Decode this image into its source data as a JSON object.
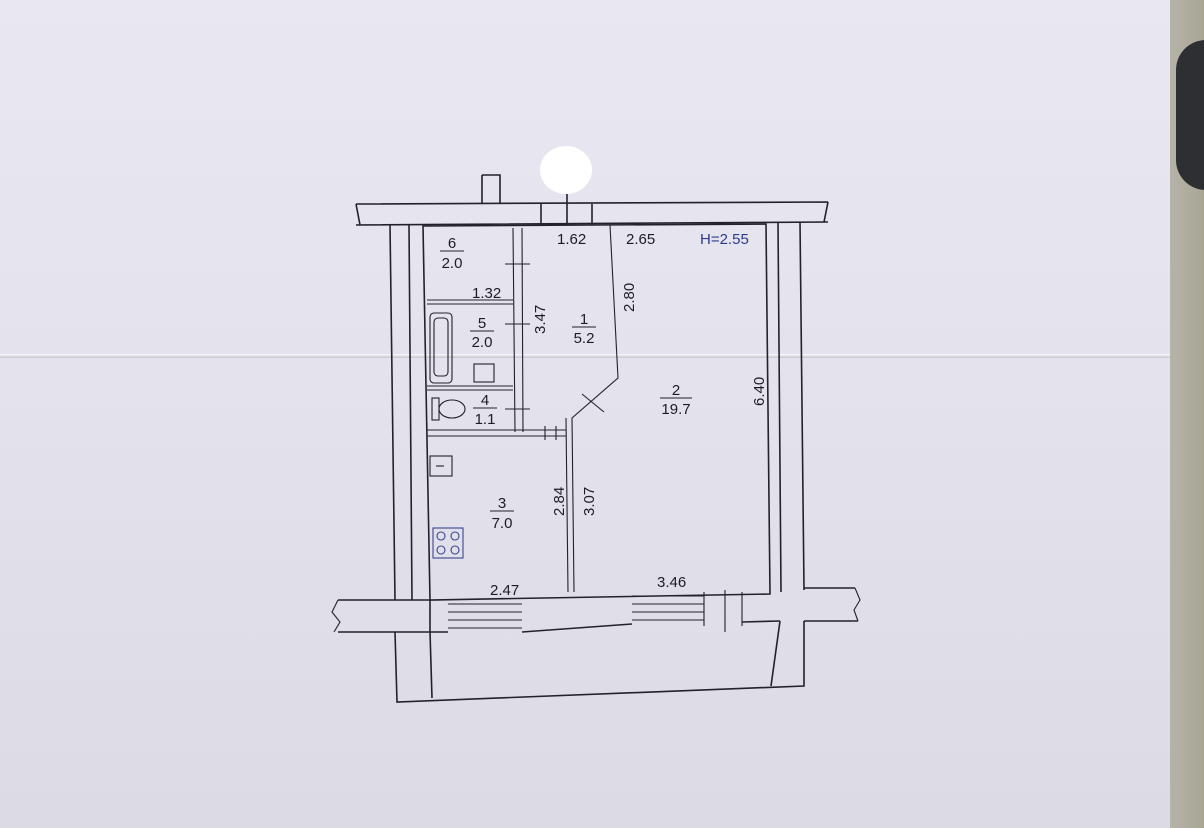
{
  "plan": {
    "ceiling_height": "H=2.55",
    "rooms": [
      {
        "id": "room-1",
        "number": "1",
        "area": "5.2"
      },
      {
        "id": "room-2",
        "number": "2",
        "area": "19.7"
      },
      {
        "id": "room-3",
        "number": "3",
        "area": "7.0"
      },
      {
        "id": "room-4",
        "number": "4",
        "area": "1.1"
      },
      {
        "id": "room-5",
        "number": "5",
        "area": "2.0"
      },
      {
        "id": "room-6",
        "number": "6",
        "area": "2.0"
      }
    ],
    "dimensions": {
      "top_left": "1.62",
      "top_right": "2.65",
      "hall_width": "1.32",
      "hall_length": "3.47",
      "room2_corridor": "2.80",
      "room2_depth": "6.40",
      "kitchen_depth": "2.84",
      "room2_lower": "3.07",
      "kitchen_width": "2.47",
      "room2_width": "3.46"
    },
    "colors": {
      "line": "#22222c",
      "fixture": "#3a4690",
      "ceiling_label": "#2d3a8c"
    }
  }
}
